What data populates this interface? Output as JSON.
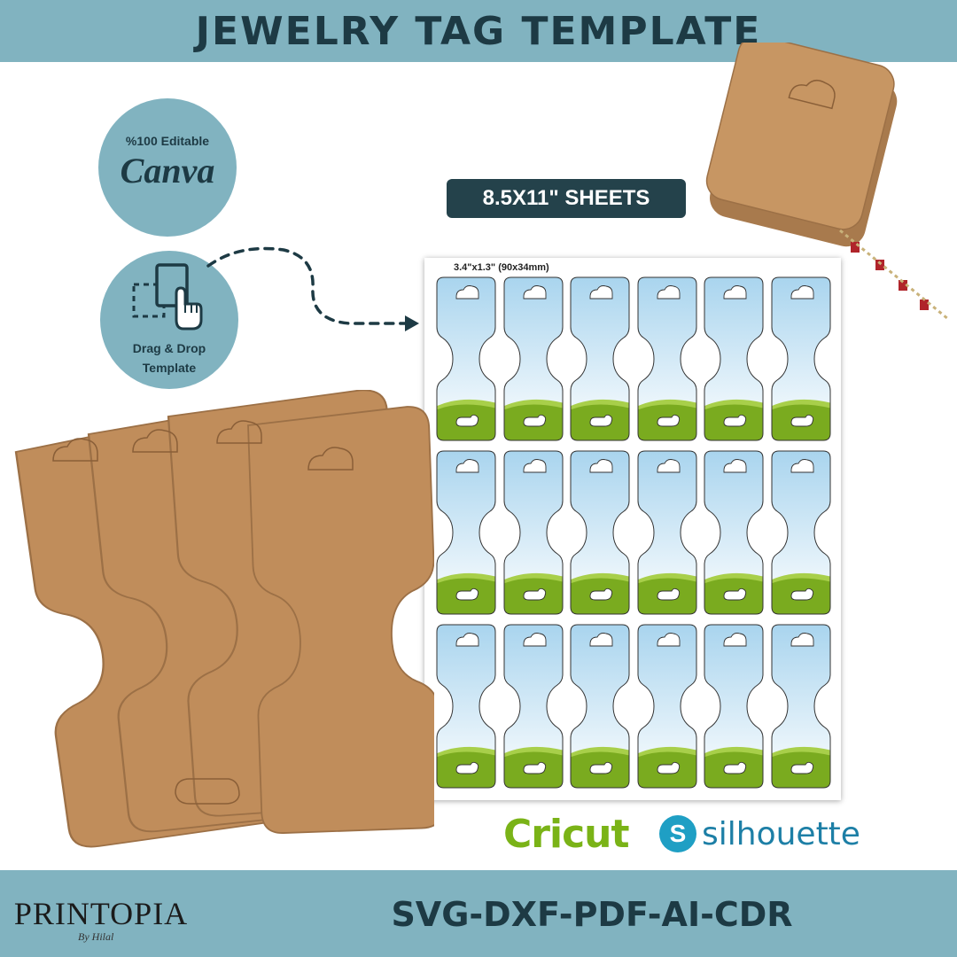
{
  "header": {
    "title": "JEWELRY TAG TEMPLATE"
  },
  "badges": {
    "editable_line": "%100 Editable",
    "editable_brand": "Canva",
    "drag_line1": "Drag & Drop",
    "drag_line2": "Template"
  },
  "sheet": {
    "badge": "8.5X11\" SHEETS",
    "tag_size": "3.4\"x1.3\" (90x34mm)",
    "rows": 3,
    "columns": 6
  },
  "logos": {
    "cricut": "Cricut",
    "silhouette": "silhouette",
    "silhouette_mark": "S"
  },
  "footer": {
    "brand": "PRINTOPIA",
    "signature": "By Hilal",
    "formats": "SVG-DXF-PDF-AI-CDR"
  },
  "colors": {
    "banner": "#81b3c0",
    "dark_teal": "#1d3a44",
    "kraft": "#c08d5b",
    "cricut_green": "#7ab317",
    "silhouette_blue": "#1f9fc4"
  }
}
